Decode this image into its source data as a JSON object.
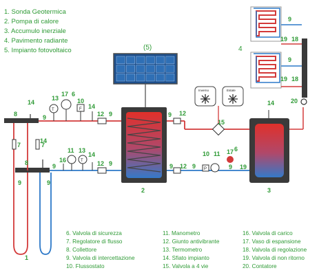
{
  "colors": {
    "hot_pipe": "#d33a3a",
    "cold_pipe": "#2c78c8",
    "label_green": "#2e9a35",
    "tank_body": "#3a3a3a",
    "panel_cell": "#2f6fb5"
  },
  "legend_top": [
    "1. Sonda Geotermica",
    "2. Pompa di calore",
    "3. Accumulo inerziale",
    "4. Pavimento radiante",
    "5. Impianto fotovoltaico"
  ],
  "component_labels": {
    "fotovoltaico": "(5)",
    "radiante": "4",
    "pompa": "2",
    "accumulo": "3",
    "sonda": "1"
  },
  "thermostats": {
    "inverno": "Inverno",
    "estate": "Estate"
  },
  "legend_bottom": {
    "col1": [
      "6. Valvola di sicurezza",
      "7. Regolatore di flusso",
      "8. Collettore",
      "9. Valvola di intercettazione",
      "10. Flussostato"
    ],
    "col2": [
      "11. Manometro",
      "12. Giunto antivibrante",
      "13. Termometro",
      "14. Sfiato impianto",
      "15. Valvola a 4 vie"
    ],
    "col3": [
      "16. Valvola di carico",
      "17. Vaso di espansione",
      "18. Valvola di regolazione",
      "19. Valvola di non ritorno",
      "20. Contatore"
    ]
  },
  "callouts": {
    "n6": "6",
    "n7": "7",
    "n8": "8",
    "n9": "9",
    "n10": "10",
    "n11": "11",
    "n12": "12",
    "n13": "13",
    "n14": "14",
    "n15": "15",
    "n16": "16",
    "n17": "17",
    "n18": "18",
    "n19": "19",
    "n20": "20",
    "n_t": "T",
    "n_f": "F",
    "n_p": "P"
  }
}
